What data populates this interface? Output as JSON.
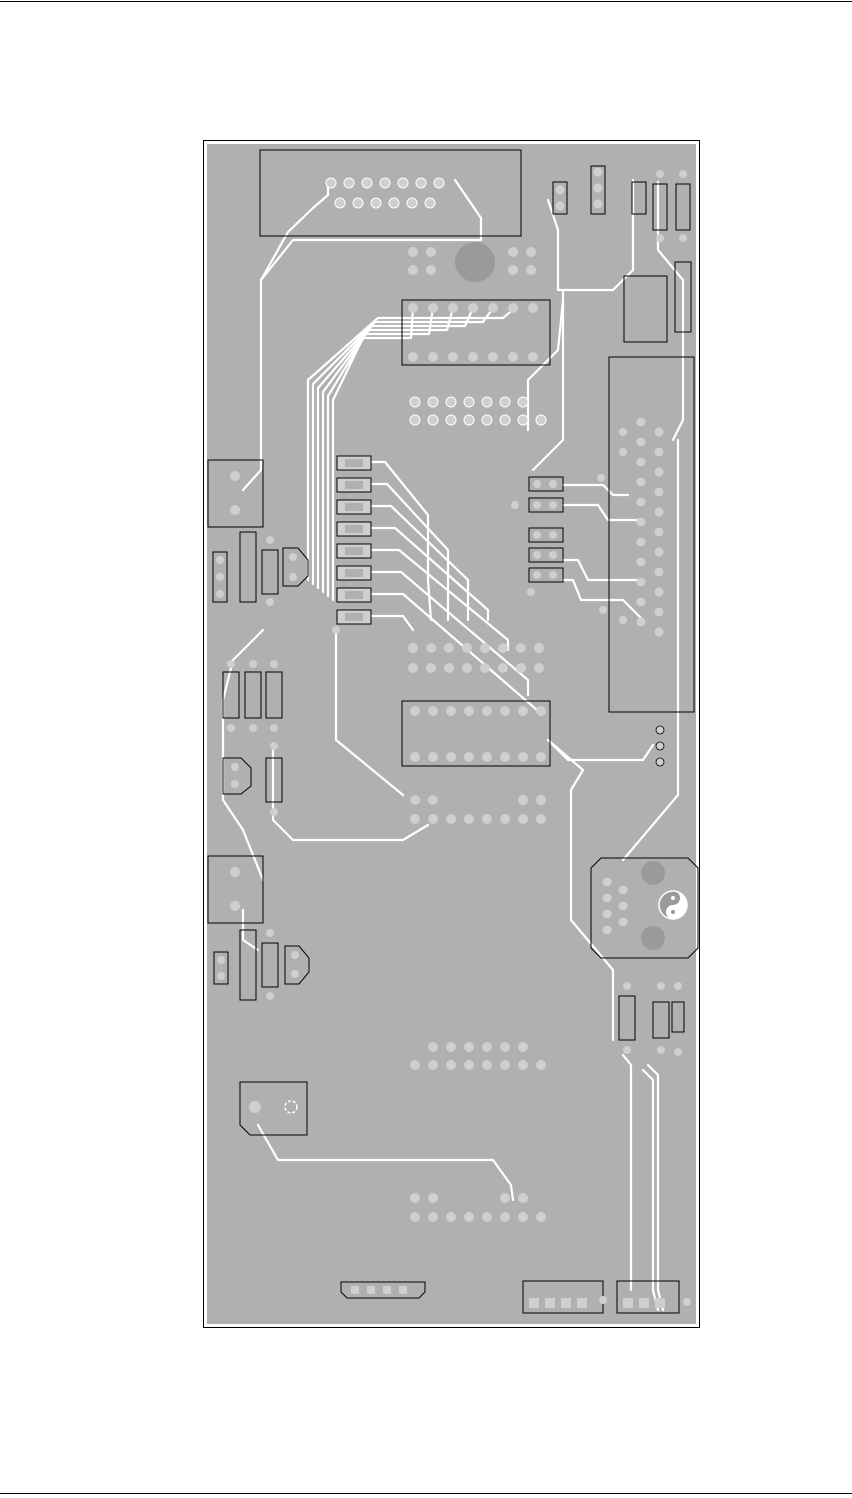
{
  "page": {
    "header_rule": "",
    "footer_rule": ""
  },
  "board": {
    "colors": {
      "page": "#ffffff",
      "frame": "#000000",
      "copper": "#b0b0b0",
      "trace_clearance": "#ffffff",
      "pad": "#cfcfcf",
      "hole": "#9a9a9a",
      "outline": "#000000"
    },
    "components": {
      "dip_ics": 2,
      "smd_resistor_array_pads": 8,
      "pin_header_rows": 8,
      "connectors_bottom": 3,
      "rotary_switch": 1,
      "large_connector_block": 1
    },
    "icons": {
      "rotary-knob": "yin-yang-knob-icon"
    }
  }
}
